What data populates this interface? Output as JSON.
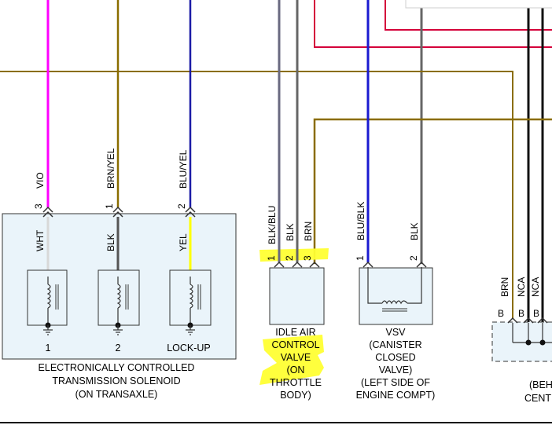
{
  "diagram": {
    "solenoid_block": {
      "wires_top": [
        {
          "color_code": "VIO",
          "pin": "3",
          "wire_color": "#ff00ff"
        },
        {
          "color_code": "BRN/YEL",
          "pin": "1",
          "wire_color": "#8a6d00"
        },
        {
          "color_code": "BLU/YEL",
          "pin": "2",
          "wire_color": "#1a1aa6"
        }
      ],
      "wires_inside": [
        {
          "color_code": "WHT",
          "wire_color": "#d8d8d8"
        },
        {
          "color_code": "BLK",
          "wire_color": "#555555"
        },
        {
          "color_code": "YEL",
          "wire_color": "#ffff00"
        }
      ],
      "solenoid_labels": [
        "1",
        "2",
        "LOCK-UP"
      ],
      "caption": [
        "ELECTRONICALLY CONTROLLED",
        "TRANSMISSION SOLENOID",
        "(ON TRANSAXLE)"
      ]
    },
    "iacv": {
      "wires": [
        {
          "color_code": "BLK/BLU",
          "pin": "1"
        },
        {
          "color_code": "BLK",
          "pin": "2"
        },
        {
          "color_code": "BRN",
          "pin": "3"
        }
      ],
      "caption": [
        "IDLE AIR",
        "CONTROL",
        "VALVE",
        "(ON",
        "THROTTLE",
        "BODY)"
      ],
      "highlight_color": "#ffff33"
    },
    "vsv": {
      "wires": [
        {
          "color_code": "BLU/BLK",
          "pin": "1"
        },
        {
          "color_code": "BLK",
          "pin": "2"
        }
      ],
      "caption": [
        "VSV",
        "(CANISTER",
        "CLOSED",
        "VALVE)",
        "(LEFT SIDE OF",
        "ENGINE COMPT)"
      ]
    },
    "junction": {
      "wires": [
        "BRN",
        "NCA",
        "NCA"
      ],
      "pins": [
        "B",
        "B",
        "B"
      ],
      "caption": [
        "(BEH",
        "CENT"
      ]
    }
  }
}
